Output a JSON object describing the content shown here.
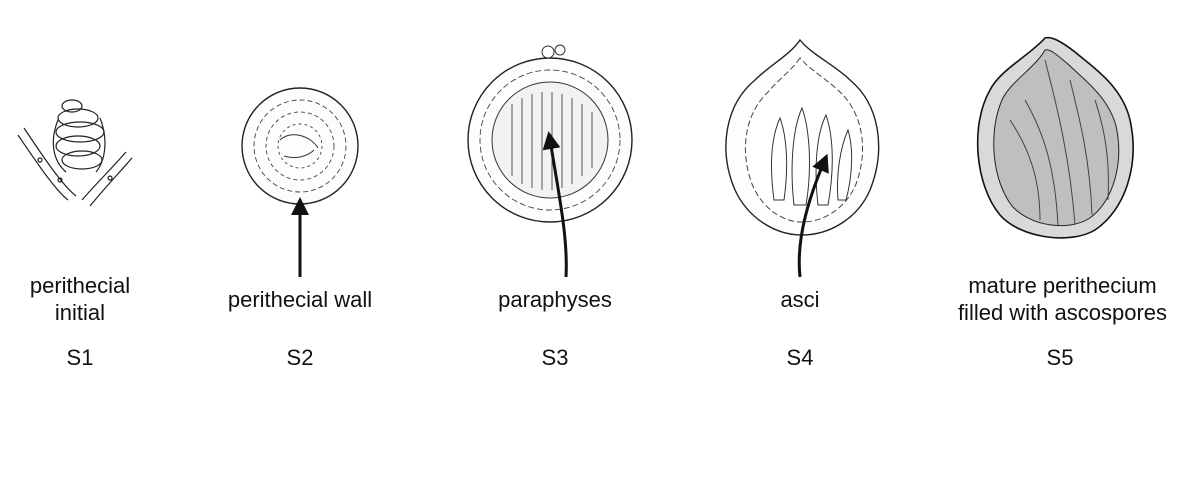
{
  "stages": [
    {
      "id": "S1",
      "label": [
        "perithecial",
        "initial"
      ]
    },
    {
      "id": "S2",
      "label": [
        "perithecial wall"
      ]
    },
    {
      "id": "S3",
      "label": [
        "paraphyses"
      ]
    },
    {
      "id": "S4",
      "label": [
        "asci"
      ]
    },
    {
      "id": "S5",
      "label": [
        "mature perithecium",
        "filled with ascospores"
      ]
    }
  ]
}
